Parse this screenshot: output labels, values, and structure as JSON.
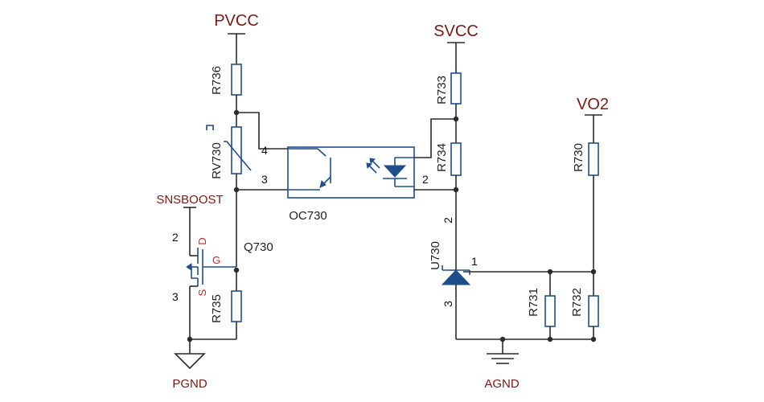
{
  "nets": {
    "pvcc": "PVCC",
    "svcc": "SVCC",
    "vo2": "VO2",
    "snsboost": "SNSBOOST",
    "pgnd": "PGND",
    "agnd": "AGND"
  },
  "refs": {
    "r736": "R736",
    "rv730": "RV730",
    "oc730": "OC730",
    "r733": "R733",
    "r734": "R734",
    "r730": "R730",
    "q730": "Q730",
    "r735": "R735",
    "u730": "U730",
    "r731": "R731",
    "r732": "R732"
  },
  "pins": {
    "oc_4": "4",
    "oc_3": "3",
    "oc_2": "2",
    "q_2": "2",
    "q_3": "3",
    "q_d": "D",
    "q_g": "G",
    "q_s": "S",
    "u_2": "2",
    "u_1": "1",
    "u_3": "3"
  },
  "colors": {
    "wire": "#2b2b2b",
    "component": "#1f4e8c",
    "net_label": "#7a1a12",
    "pin_highlight": "#d02020"
  }
}
